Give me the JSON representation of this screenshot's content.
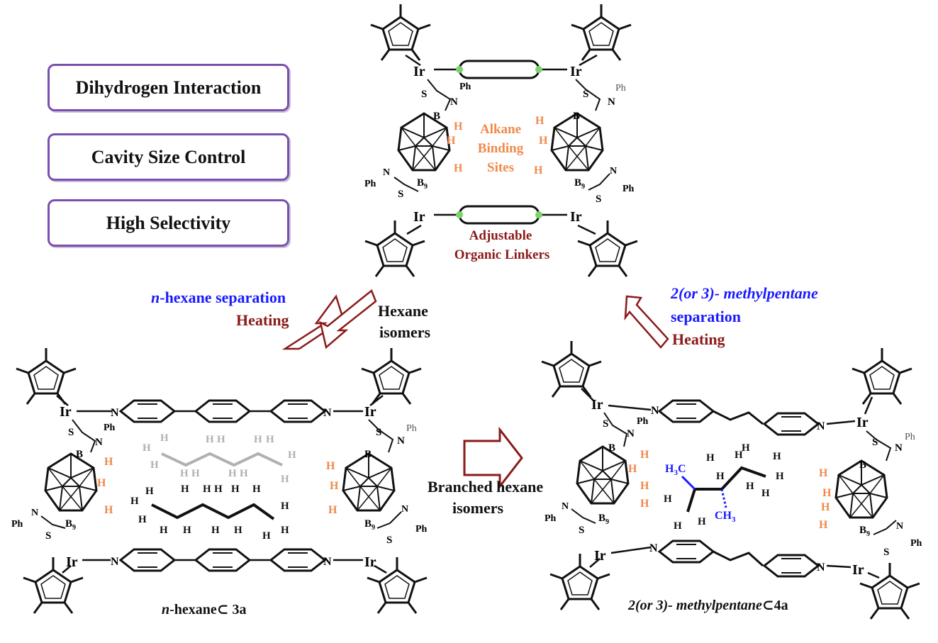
{
  "features": [
    {
      "label": "Dihydrogen Interaction"
    },
    {
      "label": "Cavity Size Control"
    },
    {
      "label": "High Selectivity"
    }
  ],
  "top": {
    "alkane_sites": [
      "Alkane",
      "Binding",
      "Sites"
    ],
    "linkers": [
      "Adjustable",
      "Organic Linkers"
    ]
  },
  "left_process": {
    "nhexane_italic": "n",
    "nhexane_rest": "-hexane separation",
    "heating": "Heating",
    "hexane_isomers": [
      "Hexane",
      "isomers"
    ]
  },
  "right_process": {
    "line1": "2(or 3)- methylpentane",
    "line2": "separation",
    "heating": "Heating"
  },
  "middle": {
    "branched": [
      "Branched hexane",
      "isomers"
    ]
  },
  "captions": {
    "left_italic": "n",
    "left_rest": "-hexane⊂ 3a",
    "right_italic": "2(or 3)- methylpentane",
    "right_rest": "⊂4a"
  },
  "atoms": {
    "ir": "Ir",
    "s": "S",
    "n": "N",
    "ph": "Ph",
    "b": "B",
    "b9": "B",
    "b9_sub": "9",
    "h": "H",
    "h3c": "H",
    "h3c_sub": "3",
    "h3c_c": "C",
    "ch3_c": "CH",
    "ch3_sub": "3"
  },
  "colors": {
    "purple_border": "#7b4fb0",
    "orange": "#f08a4b",
    "dark_red": "#8b1a1a",
    "blue": "#1a1aff",
    "green_dot": "#7bd36b",
    "grey": "#b0b0b0"
  }
}
